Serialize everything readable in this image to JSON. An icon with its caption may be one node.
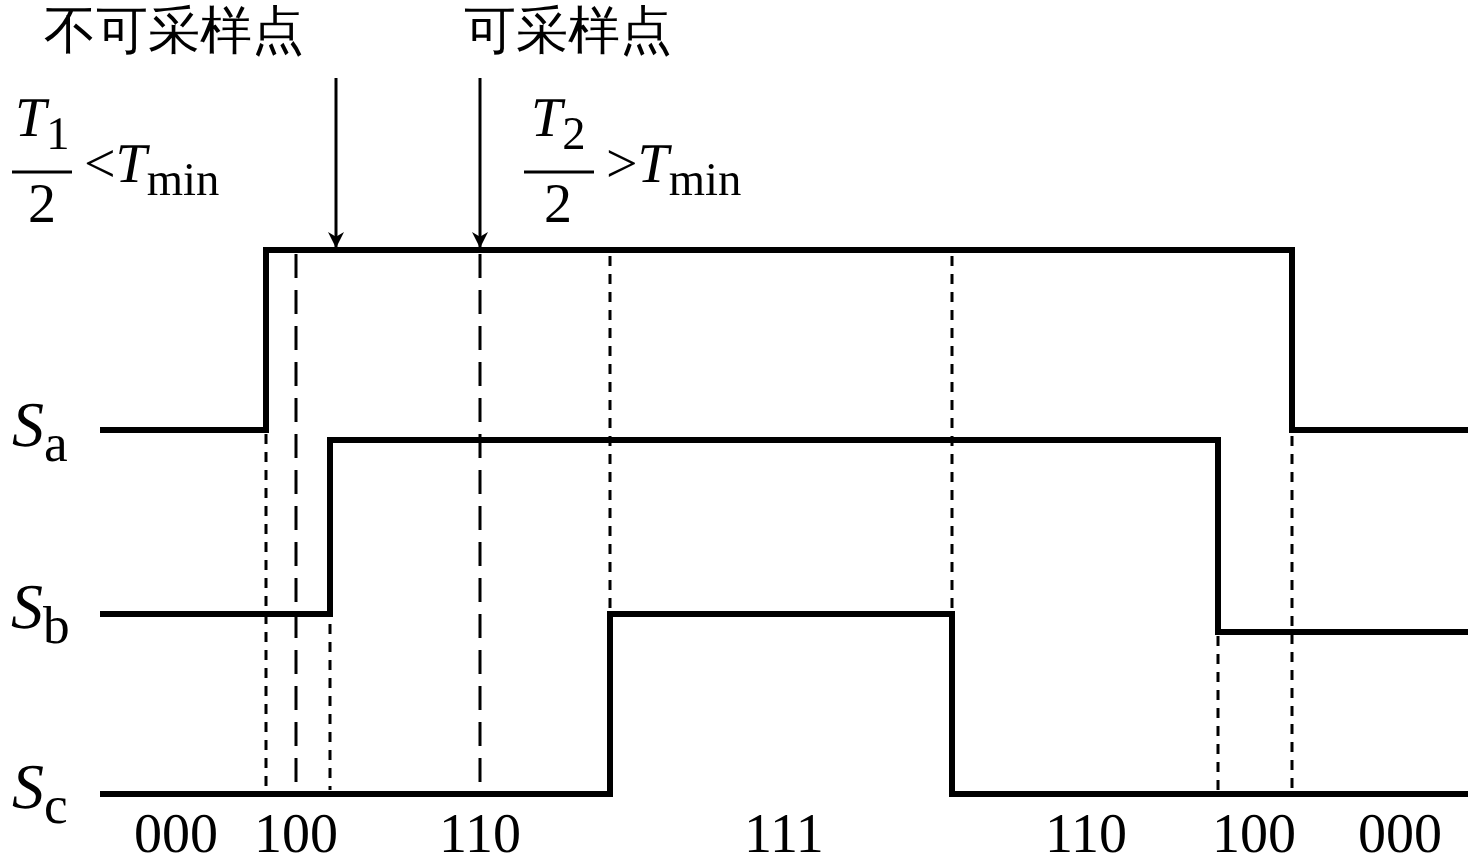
{
  "diagram": {
    "nodes": [
      {
        "text": [
          "不可采样点"
        ]
      },
      {
        "text": [
          "可采样点"
        ]
      }
    ],
    "edges": [
      {
        "from": 0,
        "to": null,
        "arrow": "to"
      },
      {
        "from": 1,
        "to": null,
        "arrow": "to"
      }
    ],
    "labels": [
      "*T*$_{1}$",
      "2",
      "<*T*$_{min}$",
      "*T*$_{2}$",
      "2",
      ">*T*$_{min}$",
      "*S*$_{a}$",
      "*S*$_{b}$",
      "*S*$_{c}$",
      "000",
      "100",
      "110",
      "111",
      "110",
      "100",
      "000"
    ]
  }
}
